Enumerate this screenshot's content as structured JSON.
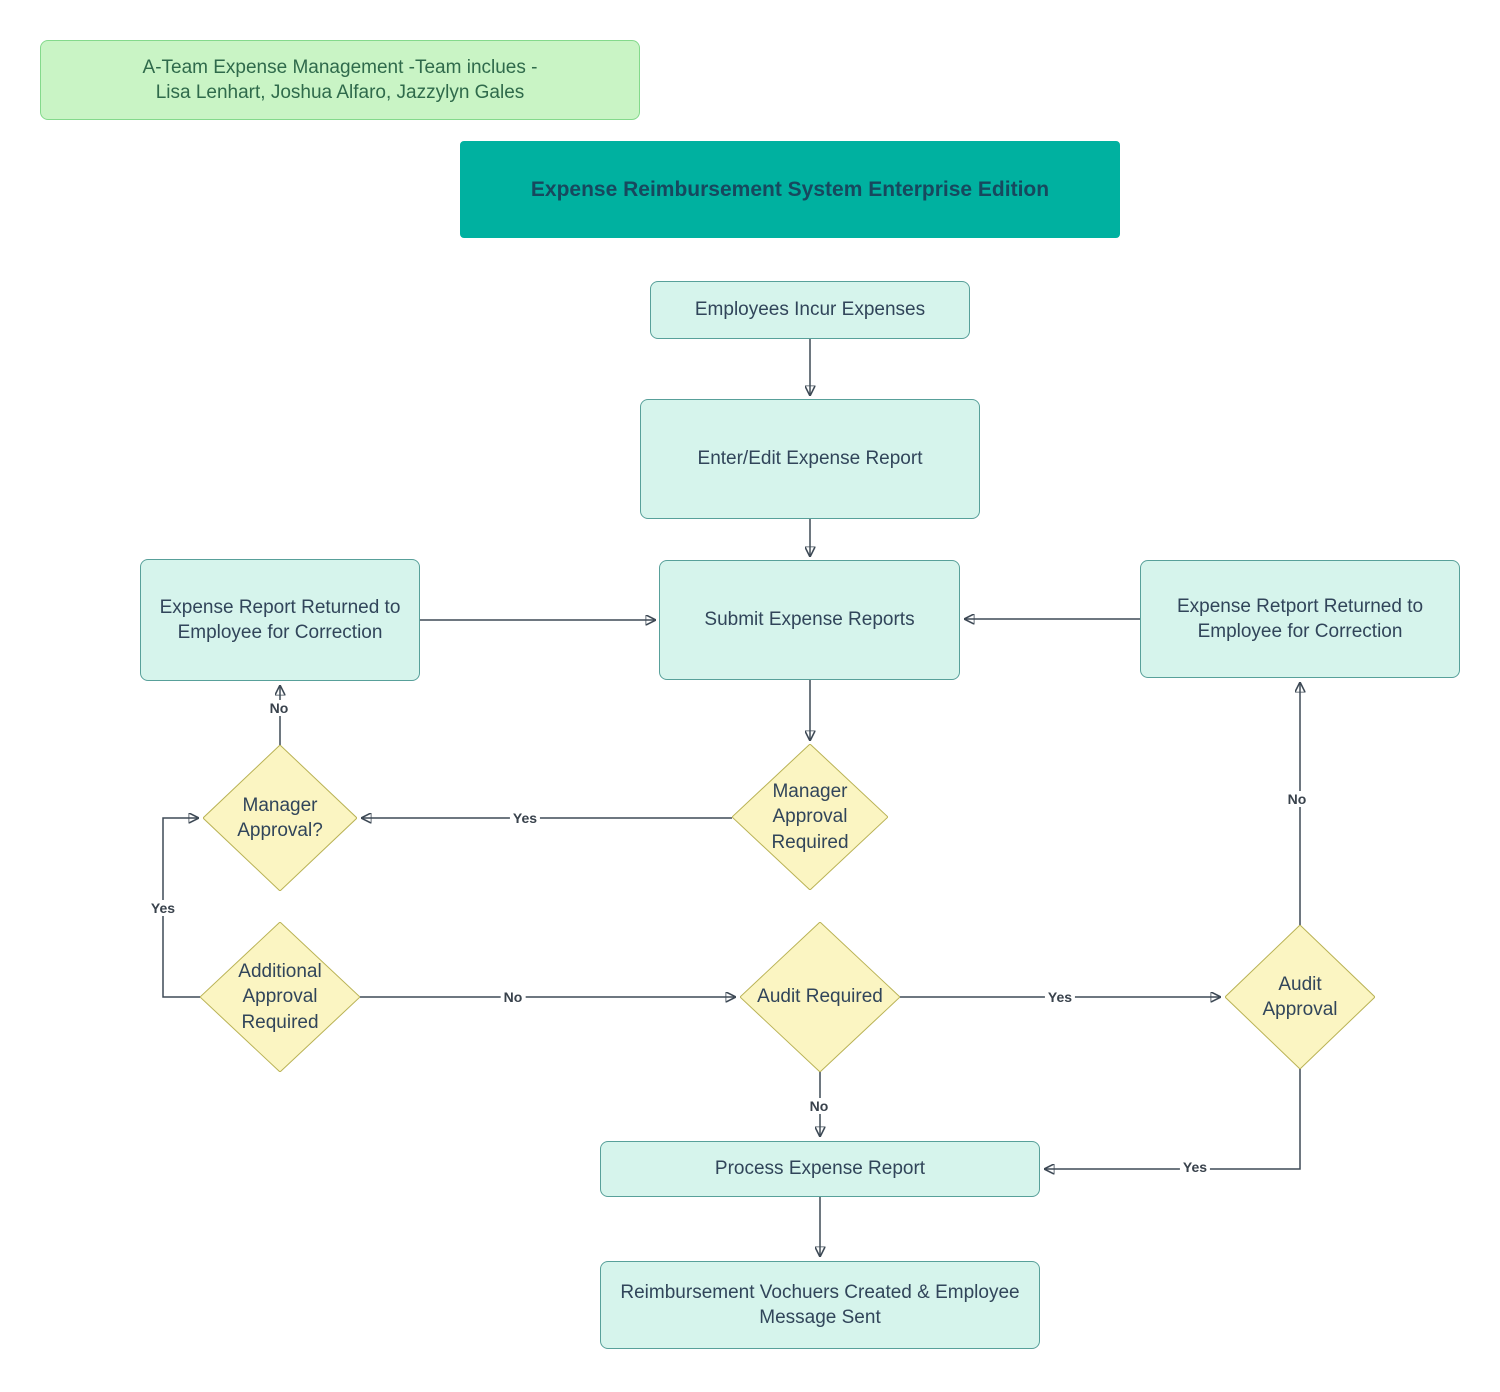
{
  "team_note": {
    "line1": "A-Team Expense Management  -Team inclues -",
    "line2": "Lisa Lenhart, Joshua Alfaro, Jazzylyn Gales"
  },
  "banner": {
    "title": "Expense Reimbursement System Enterprise Edition"
  },
  "nodes": {
    "incur": {
      "label": "Employees Incur Expenses"
    },
    "enter_edit": {
      "label": "Enter/Edit Expense Report"
    },
    "submit": {
      "label": "Submit Expense Reports"
    },
    "returned_left": {
      "label": "Expense Report Returned to Employee for Correction"
    },
    "returned_right": {
      "label": "Expense Retport Returned to Employee for Correction"
    },
    "manager_approval_required": {
      "label": "Manager Approval Required"
    },
    "manager_approval": {
      "label": "Manager Approval?"
    },
    "additional_approval_required": {
      "label": "Additional Approval Required"
    },
    "audit_required": {
      "label": "Audit Required"
    },
    "audit_approval": {
      "label": "Audit Approval"
    },
    "process_report": {
      "label": "Process Expense Report"
    },
    "reimbursement": {
      "label": "Reimbursement Vochuers Created & Employee Message Sent"
    }
  },
  "edge_labels": {
    "mar_to_ma_yes": "Yes",
    "ma_to_returned_left_no": "No",
    "aar_to_ma_yes": "Yes",
    "aar_to_audit_no": "No",
    "audit_to_process_no": "No",
    "audit_to_audit_approval_yes": "Yes",
    "audit_approval_to_returned_right_no": "No",
    "audit_approval_to_process_yes": "Yes"
  },
  "colors": {
    "banner_bg": "#00b1a0",
    "banner_text": "#17485e",
    "process_box_fill": "#d6f4ec",
    "process_box_border": "#58a09a",
    "decision_fill": "#fbf5c2",
    "decision_border": "#b9b254",
    "note_fill": "#c9f4c5",
    "note_border": "#84d98c",
    "connector": "#3e4a56",
    "node_text": "#31455a"
  }
}
